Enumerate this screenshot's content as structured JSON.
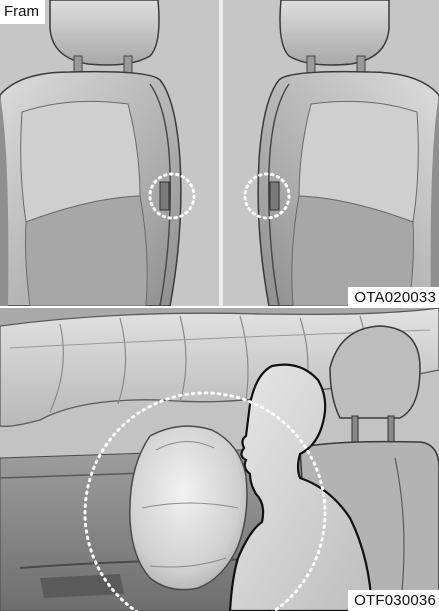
{
  "top_figure": {
    "corner_label": "Fram",
    "code": "OTA020033"
  },
  "bottom_figure": {
    "code": "OTF030036"
  },
  "colors": {
    "seat_light": "#d2d2d2",
    "seat_mid": "#a9a9a9",
    "seat_dark": "#8a8a8a",
    "outline": "#3a3a3a",
    "highlight": "#ffffff"
  },
  "icons": {
    "side-airbag-marker": "dotted-circle",
    "occupant": "silhouette"
  }
}
